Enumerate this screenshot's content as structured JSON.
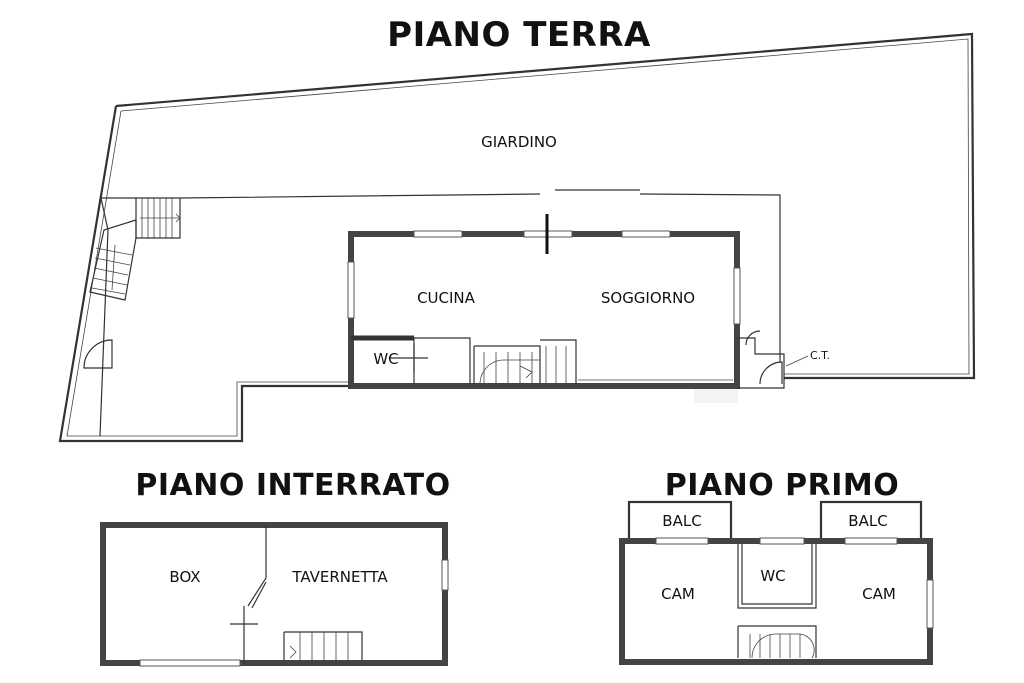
{
  "plans": {
    "ground": {
      "title": "PIANO TERRA",
      "rooms": {
        "garden": "GIARDINO",
        "kitchen": "CUCINA",
        "living": "SOGGIORNO",
        "wc": "WC",
        "boiler": "C.T."
      }
    },
    "basement": {
      "title": "PIANO INTERRATO",
      "rooms": {
        "box": "BOX",
        "tavern": "TAVERNETTA"
      }
    },
    "first": {
      "title": "PIANO PRIMO",
      "rooms": {
        "balcony_left": "BALC",
        "balcony_right": "BALC",
        "room_left": "CAM",
        "wc": "WC",
        "room_right": "CAM"
      }
    }
  }
}
